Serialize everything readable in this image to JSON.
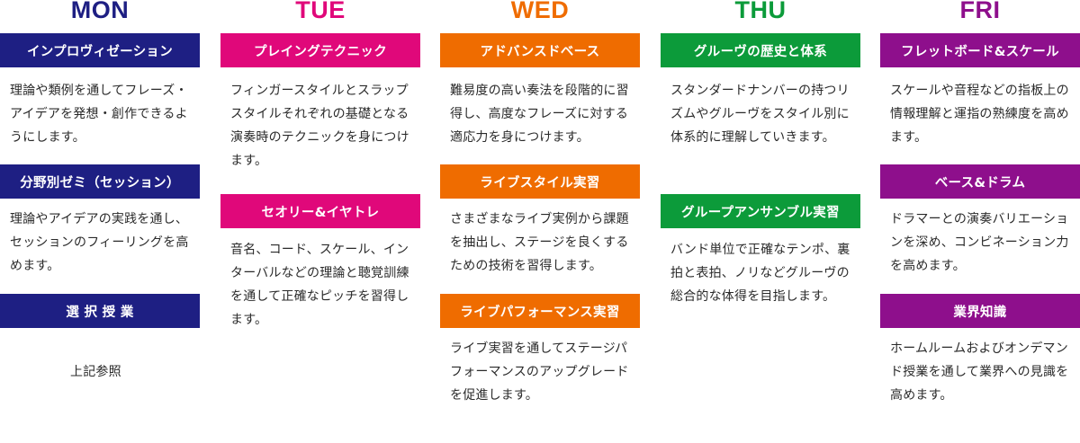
{
  "days": [
    {
      "name": "MON",
      "color": "#1e1f83",
      "sessions": [
        {
          "title": "インプロヴィゼーション",
          "text": "理論や類例を通してフレーズ・アイデアを発想・創作できるようにします。"
        },
        {
          "title": "分野別ゼミ（セッション）",
          "text": "理論やアイデアの実践を通し、セッションのフィーリングを高めます。"
        },
        {
          "title": "選 択 授 業",
          "text": "上記参照"
        }
      ]
    },
    {
      "name": "TUE",
      "color": "#e0087a",
      "sessions": [
        {
          "title": "プレイングテクニック",
          "text": "フィンガースタイルとスラップスタイルそれぞれの基礎となる演奏時のテクニックを身につけます。"
        },
        {
          "title": "セオリー&イヤトレ",
          "text": "音名、コード、スケール、インターバルなどの理論と聴覚訓練を通して正確なピッチを習得します。"
        }
      ]
    },
    {
      "name": "WED",
      "color": "#ef6c00",
      "sessions": [
        {
          "title": "アドバンスドベース",
          "text": "難易度の高い奏法を段階的に習得し、高度なフレーズに対する適応力を身につけます。"
        },
        {
          "title": "ライブスタイル実習",
          "text": "さまざまなライブ実例から課題を抽出し、ステージを良くするための技術を習得します。"
        },
        {
          "title": "ライブパフォーマンス実習",
          "text": "ライブ実習を通してステージパフォーマンスのアップグレードを促進します。"
        }
      ]
    },
    {
      "name": "THU",
      "color": "#0c9b3a",
      "sessions": [
        {
          "title": "グルーヴの歴史と体系",
          "text": "スタンダードナンバーの持つリズムやグルーヴをスタイル別に体系的に理解していきます。"
        },
        {
          "title": "グループアンサンブル実習",
          "text": "バンド単位で正確なテンポ、裏拍と表拍、ノリなどグルーヴの総合的な体得を目指します。"
        }
      ]
    },
    {
      "name": "FRI",
      "color": "#8e0f8c",
      "sessions": [
        {
          "title": "フレットボード&スケール",
          "text": "スケールや音程などの指板上の情報理解と運指の熟練度を高めます。"
        },
        {
          "title": "ベース&ドラム",
          "text": "ドラマーとの演奏バリエーションを深め、コンビネーション力を高めます。"
        },
        {
          "title": "業界知識",
          "text": "ホームルームおよびオンデマンド授業を通して業界への見識を高めます。"
        }
      ]
    }
  ]
}
